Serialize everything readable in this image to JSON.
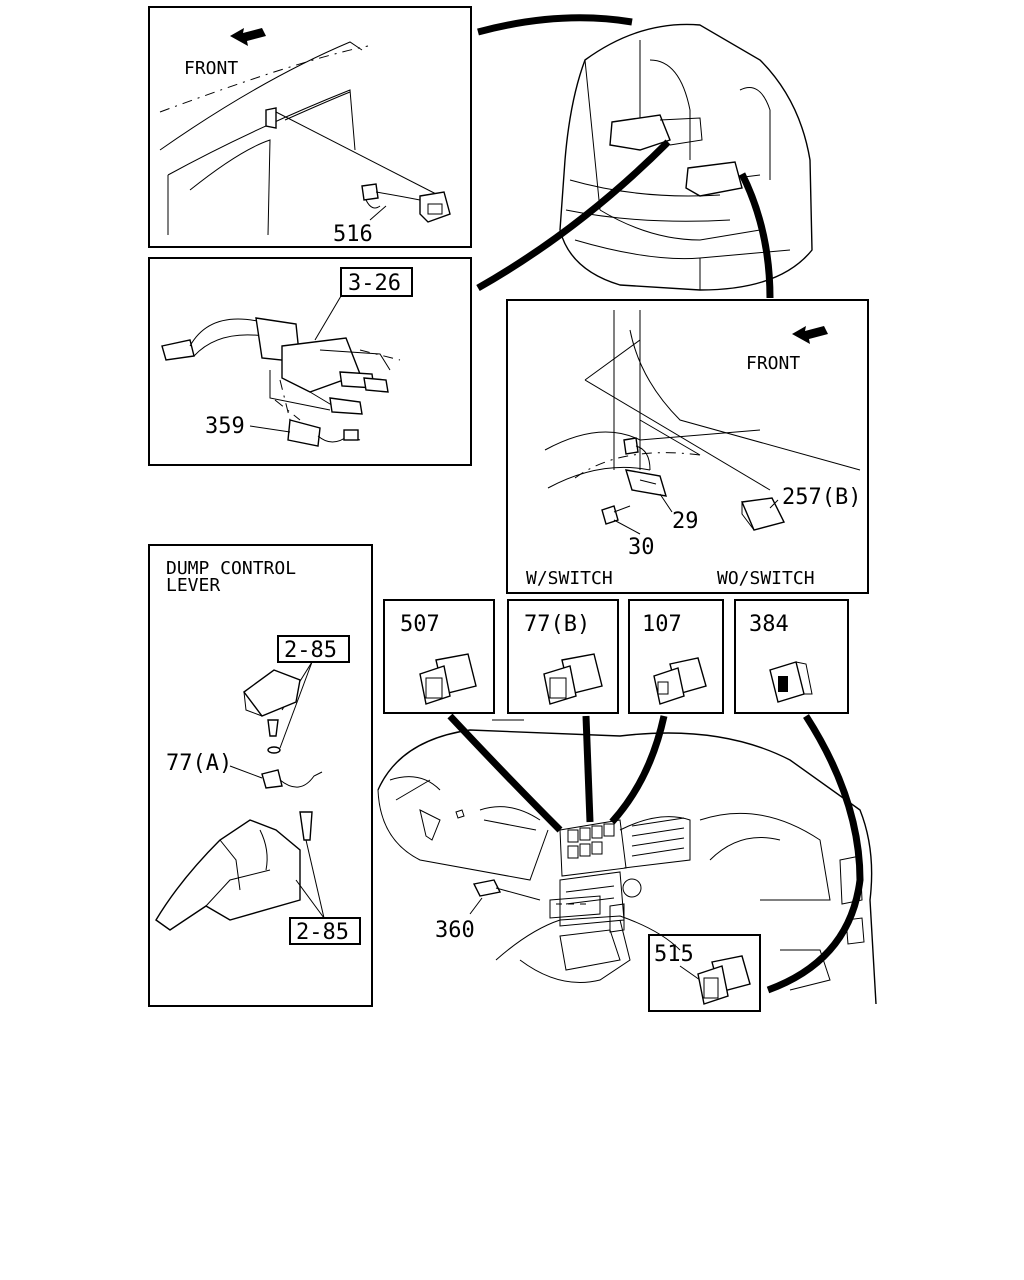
{
  "callouts": {
    "front_top_left": "FRONT",
    "part_516": "516",
    "ref_3_26": "3-26",
    "part_359": "359",
    "front_right": "FRONT",
    "part_257b": "257(B)",
    "part_29": "29",
    "part_30": "30",
    "w_switch": "W/SWITCH",
    "wo_switch": "WO/SWITCH",
    "dump_title_1": "DUMP CONTROL",
    "dump_title_2": "LEVER",
    "ref_2_85_a": "2-85",
    "part_77a": "77(A)",
    "ref_2_85_b": "2-85",
    "part_507": "507",
    "part_77b": "77(B)",
    "part_107": "107",
    "part_384": "384",
    "part_360": "360",
    "part_515": "515"
  },
  "icons": [
    "front-arrow-icon",
    "switch-icon",
    "rocker-switch-icon",
    "connector-icon"
  ]
}
